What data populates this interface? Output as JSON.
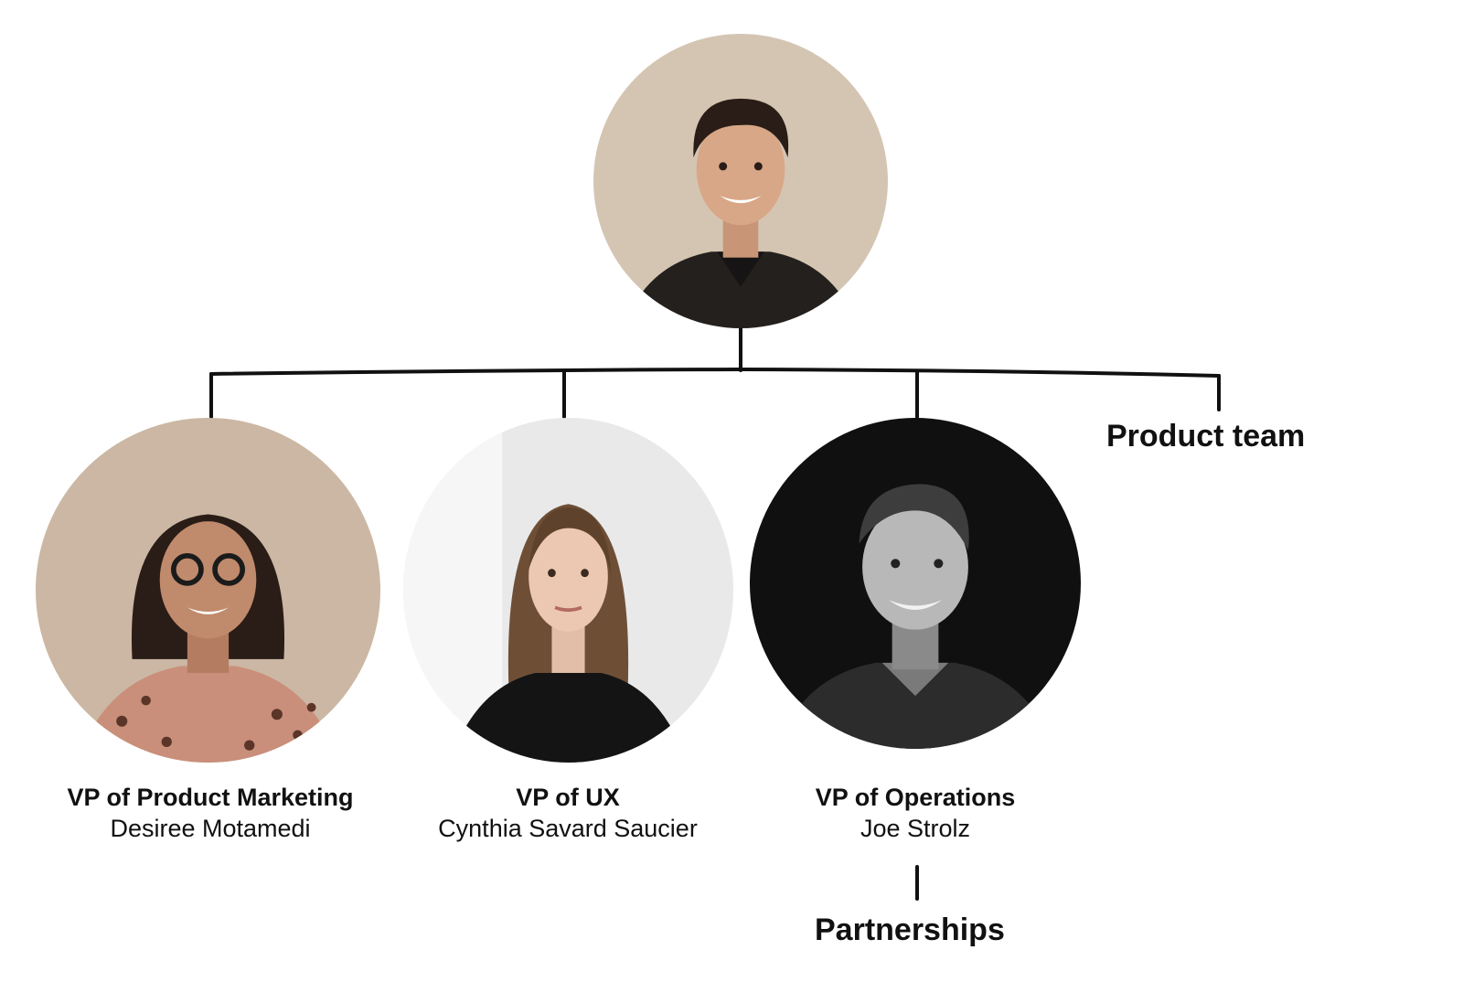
{
  "root": {
    "photo_icon": "person-photo-icon"
  },
  "reports": [
    {
      "title": "VP of Product Marketing",
      "name": "Desiree Motamedi"
    },
    {
      "title": "VP of UX",
      "name": "Cynthia Savard Saucier"
    },
    {
      "title": "VP of Operations",
      "name": "Joe Strolz"
    }
  ],
  "teams": {
    "product_team": "Product team",
    "partnerships": "Partnerships"
  },
  "colors": {
    "line": "#111111",
    "text": "#111111",
    "background": "#ffffff"
  }
}
